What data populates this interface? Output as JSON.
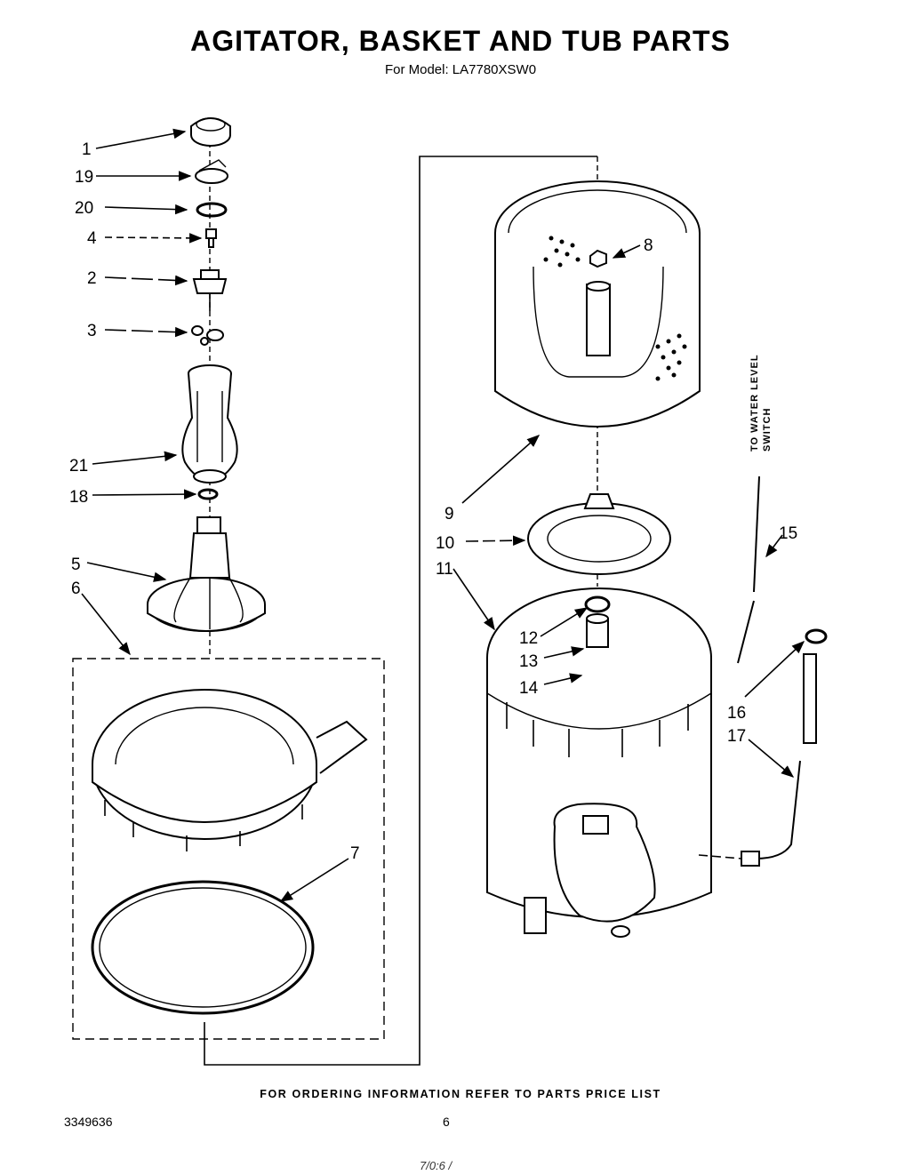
{
  "header": {
    "title": "AGITATOR, BASKET AND TUB PARTS",
    "model_line": "For Model: LA7780XSW0"
  },
  "labels": {
    "p1": "1",
    "p19": "19",
    "p20": "20",
    "p4": "4",
    "p2": "2",
    "p3": "3",
    "p21": "21",
    "p18": "18",
    "p5": "5",
    "p6": "6",
    "p7": "7",
    "p8": "8",
    "p9": "9",
    "p10": "10",
    "p11": "11",
    "p12": "12",
    "p13": "13",
    "p14": "14",
    "p15": "15",
    "p16": "16",
    "p17": "17",
    "water_level_line1": "TO WATER LEVEL",
    "water_level_line2": "SWITCH"
  },
  "footer": {
    "ordering_info": "FOR ORDERING INFORMATION REFER TO PARTS PRICE LIST",
    "doc_number": "3349636",
    "page_number": "6",
    "handwriting": "7/0:6 /"
  }
}
